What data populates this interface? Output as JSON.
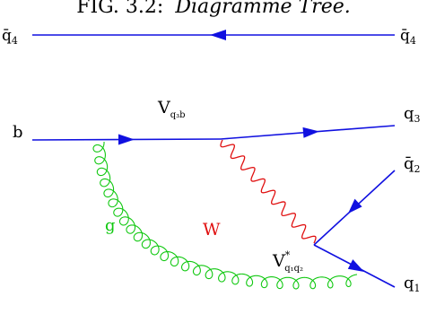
{
  "caption": {
    "prefix": "FIG. 3.2:",
    "title": "Diagramme Tree."
  },
  "particles": {
    "qbar4_left": "q̄",
    "qbar4_left_sub": "4",
    "qbar4_right": "q̄",
    "qbar4_right_sub": "4",
    "b": "b",
    "q3": "q",
    "q3_sub": "3",
    "qbar2": "q̄",
    "qbar2_sub": "2",
    "q1": "q",
    "q1_sub": "1"
  },
  "couplings": {
    "vq3b": "V",
    "vq3b_sub": "q₃b",
    "vq1q2": "V",
    "vq1q2_sup": "*",
    "vq1q2_sub": "q₁q₂"
  },
  "bosons": {
    "w": "W",
    "g": "g"
  },
  "colors": {
    "fermion": "#1010e0",
    "w_boson": "#e01010",
    "gluon": "#10c810",
    "text": "#000000"
  }
}
